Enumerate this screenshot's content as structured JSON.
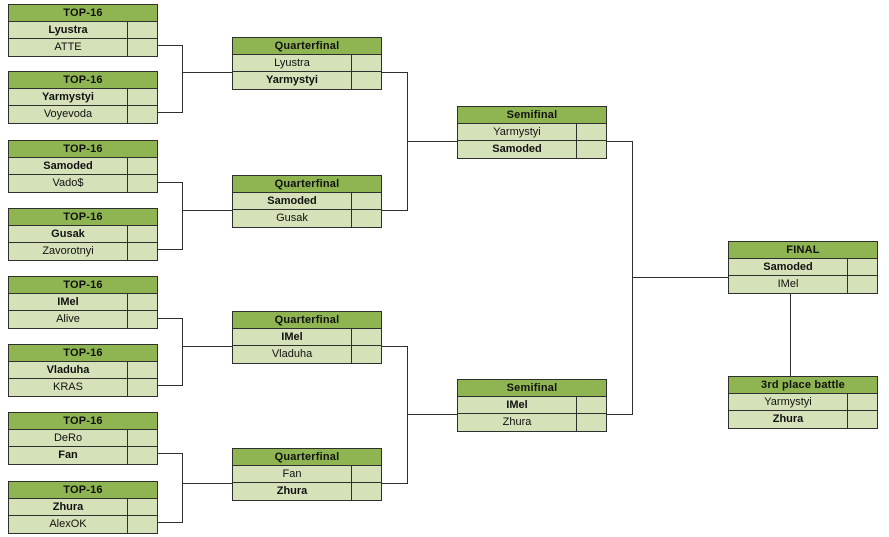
{
  "bracket": {
    "round_titles": {
      "top16": "TOP-16",
      "quarterfinal": "Quarterfinal",
      "semifinal": "Semifinal",
      "final": "FINAL",
      "third_place": "3rd place battle"
    },
    "colors": {
      "header_green": "#8fb552",
      "row_green": "#d5e1b8",
      "border": "#2f2f2f",
      "background": "#ffffff"
    },
    "round_of_16": [
      {
        "title": "TOP-16",
        "rows": [
          {
            "player": "Lyustra",
            "score": "",
            "winner": true
          },
          {
            "player": "ATTE",
            "score": "",
            "winner": false
          }
        ]
      },
      {
        "title": "TOP-16",
        "rows": [
          {
            "player": "Yarmystyi",
            "score": "",
            "winner": true
          },
          {
            "player": "Voyevoda",
            "score": "",
            "winner": false
          }
        ]
      },
      {
        "title": "TOP-16",
        "rows": [
          {
            "player": "Samoded",
            "score": "",
            "winner": true
          },
          {
            "player": "Vado$",
            "score": "",
            "winner": false
          }
        ]
      },
      {
        "title": "TOP-16",
        "rows": [
          {
            "player": "Gusak",
            "score": "",
            "winner": true
          },
          {
            "player": "Zavorotnyi",
            "score": "",
            "winner": false
          }
        ]
      },
      {
        "title": "TOP-16",
        "rows": [
          {
            "player": "IMel",
            "score": "",
            "winner": true
          },
          {
            "player": "Alive",
            "score": "",
            "winner": false
          }
        ]
      },
      {
        "title": "TOP-16",
        "rows": [
          {
            "player": "Vladuha",
            "score": "",
            "winner": true
          },
          {
            "player": "KRAS",
            "score": "",
            "winner": false
          }
        ]
      },
      {
        "title": "TOP-16",
        "rows": [
          {
            "player": "DeRo",
            "score": "",
            "winner": false
          },
          {
            "player": "Fan",
            "score": "",
            "winner": true
          }
        ]
      },
      {
        "title": "TOP-16",
        "rows": [
          {
            "player": "Zhura",
            "score": "",
            "winner": true
          },
          {
            "player": "AlexOK",
            "score": "",
            "winner": false
          }
        ]
      }
    ],
    "quarterfinals": [
      {
        "title": "Quarterfinal",
        "rows": [
          {
            "player": "Lyustra",
            "score": "",
            "winner": false
          },
          {
            "player": "Yarmystyi",
            "score": "",
            "winner": true
          }
        ]
      },
      {
        "title": "Quarterfinal",
        "rows": [
          {
            "player": "Samoded",
            "score": "",
            "winner": true
          },
          {
            "player": "Gusak",
            "score": "",
            "winner": false
          }
        ]
      },
      {
        "title": "Quarterfinal",
        "rows": [
          {
            "player": "IMel",
            "score": "",
            "winner": true
          },
          {
            "player": "Vladuha",
            "score": "",
            "winner": false
          }
        ]
      },
      {
        "title": "Quarterfinal",
        "rows": [
          {
            "player": "Fan",
            "score": "",
            "winner": false
          },
          {
            "player": "Zhura",
            "score": "",
            "winner": true
          }
        ]
      }
    ],
    "semifinals": [
      {
        "title": "Semifinal",
        "rows": [
          {
            "player": "Yarmystyi",
            "score": "",
            "winner": false
          },
          {
            "player": "Samoded",
            "score": "",
            "winner": true
          }
        ]
      },
      {
        "title": "Semifinal",
        "rows": [
          {
            "player": "IMel",
            "score": "",
            "winner": true
          },
          {
            "player": "Zhura",
            "score": "",
            "winner": false
          }
        ]
      }
    ],
    "final": {
      "title": "FINAL",
      "rows": [
        {
          "player": "Samoded",
          "score": "",
          "winner": true
        },
        {
          "player": "IMel",
          "score": "",
          "winner": false
        }
      ]
    },
    "third_place": {
      "title": "3rd place battle",
      "rows": [
        {
          "player": "Yarmystyi",
          "score": "",
          "winner": false
        },
        {
          "player": "Zhura",
          "score": "",
          "winner": true
        }
      ]
    }
  }
}
